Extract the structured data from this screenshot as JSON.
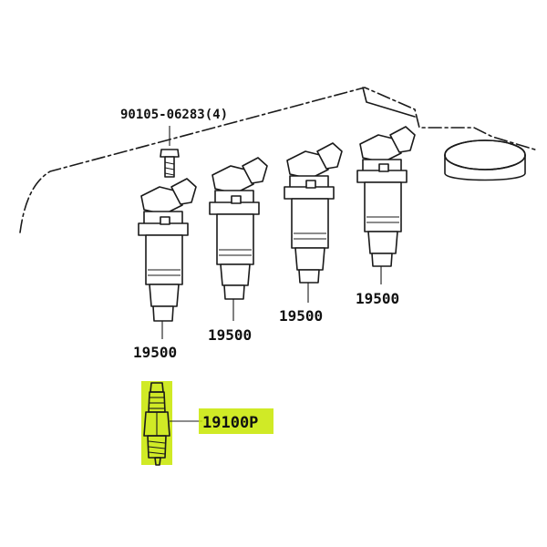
{
  "diagram": {
    "labels": {
      "bolt_part": "90105-06283(4)",
      "coil_1": "19500",
      "coil_2": "19500",
      "coil_3": "19500",
      "coil_4": "19500",
      "spark_plug": "19100P"
    },
    "colors": {
      "line": "#1a1a1a",
      "highlight": "#c8e600",
      "background": "#ffffff"
    }
  }
}
